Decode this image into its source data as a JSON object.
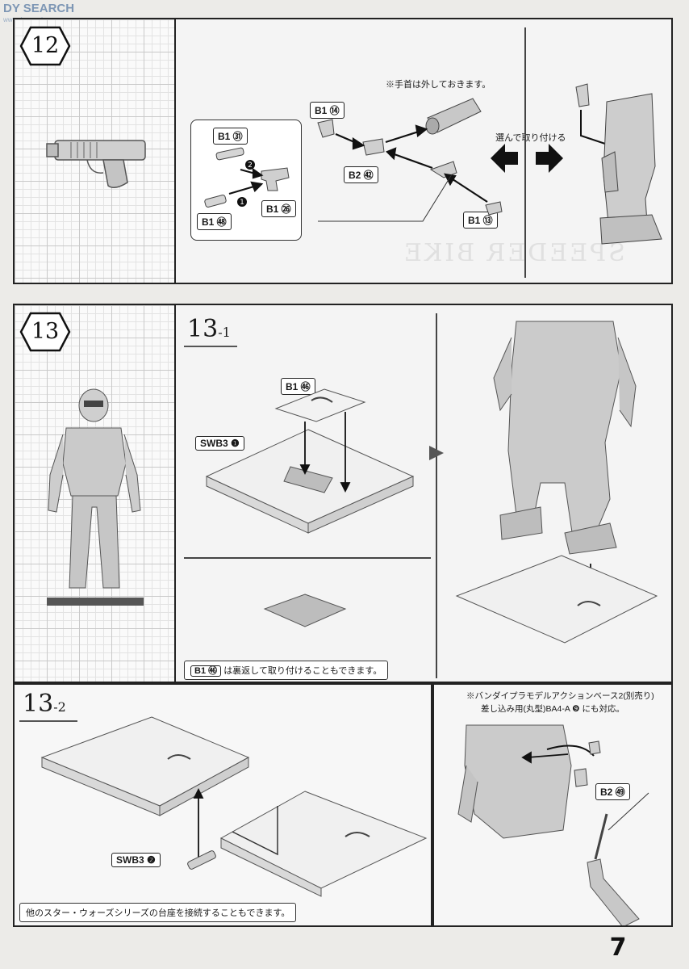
{
  "header": {
    "site_logo": "DY SEARCH",
    "site_url": "www.dysearch.com"
  },
  "step12": {
    "number": "12",
    "note_wrist": "※手首は外しておきます。",
    "choose_label": "選んで取り付ける",
    "parts": {
      "b1_61": "B1 ㉛",
      "b1_48": "B1 ㊽",
      "b1_26": "B1 ㉖",
      "b1_14": "B1 ⑭",
      "b2_52": "B2 ㊷",
      "b1_13": "B1 ⑬"
    },
    "arrow_1": "1",
    "arrow_2": "2",
    "watermark": "SPEEDER BIKE"
  },
  "step13": {
    "number": "13",
    "sub1": {
      "main": "13",
      "sub": "-1"
    },
    "sub2": {
      "main": "13",
      "sub": "-2"
    },
    "parts": {
      "b1_46": "B1 ㊻",
      "swb3_1": "SWB3 ❶",
      "swb3_2": "SWB3 ❷",
      "b2_59": "B2 ㊾"
    },
    "note_flip_part": "B1 ㊻",
    "note_flip_text": "は裏返して取り付けることもできます。",
    "note_connect": "他のスター・ウォーズシリーズの台座を接続することもできます。",
    "note_action_base_1": "※バンダイプラモデルアクションベース2(別売り)",
    "note_action_base_2": "差し込み用(丸型)BA4-A ❾ にも対応。"
  },
  "page_number": "7"
}
